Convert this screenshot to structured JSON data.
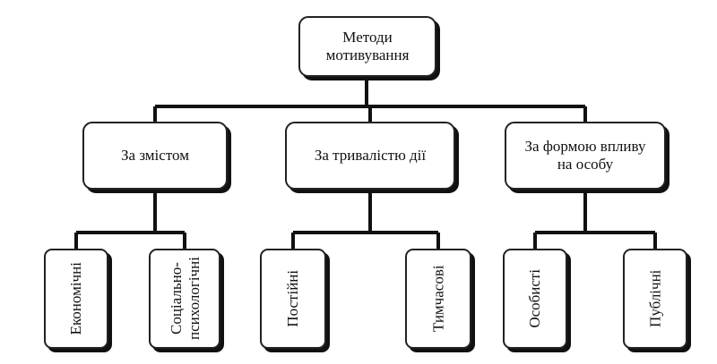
{
  "root": {
    "label": "Методи\nмотивування"
  },
  "categories": [
    {
      "label": "За змістом"
    },
    {
      "label": "За тривалістю дії"
    },
    {
      "label": "За формою впливу\nна особу"
    }
  ],
  "leaves": [
    {
      "label": "Економічні"
    },
    {
      "label": "Соціально-\nпсихологічні"
    },
    {
      "label": "Постійні"
    },
    {
      "label": "Тимчасові"
    },
    {
      "label": "Особисті"
    },
    {
      "label": "Публічні"
    }
  ]
}
